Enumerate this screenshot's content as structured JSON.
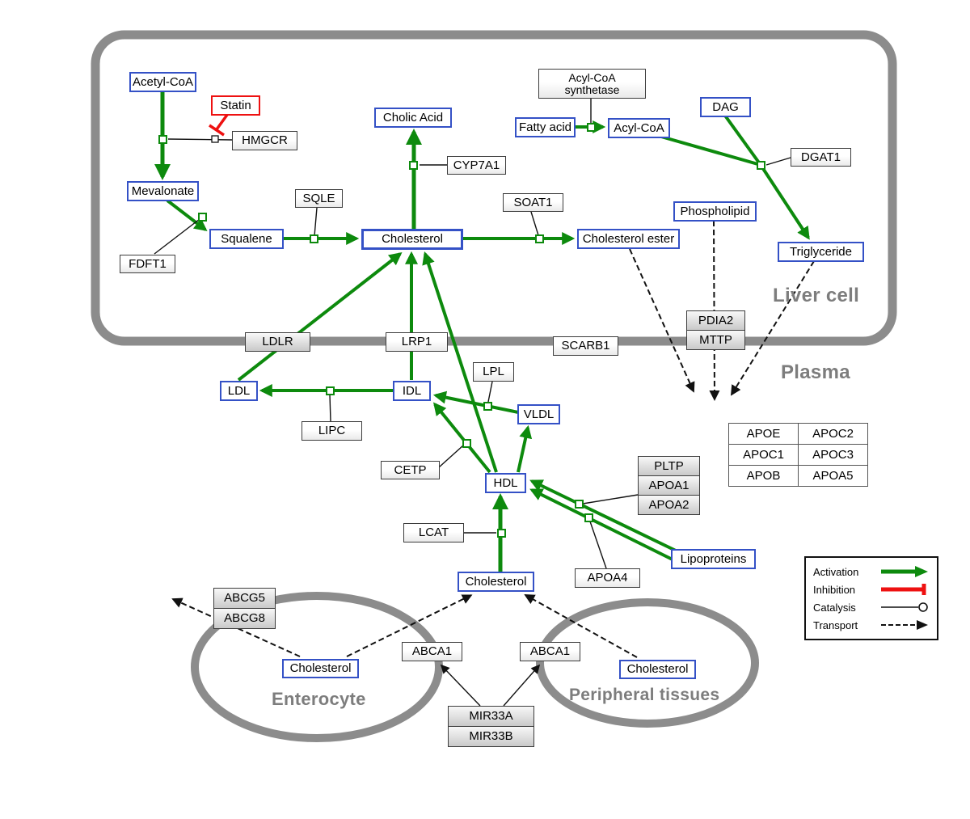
{
  "regions": {
    "liver_cell": "Liver cell",
    "plasma": "Plasma",
    "enterocyte": "Enterocyte",
    "peripheral_tissues": "Peripheral tissues"
  },
  "nodes": {
    "acetyl_coa": "Acetyl-CoA",
    "statin": "Statin",
    "hmgcr": "HMGCR",
    "mevalonate": "Mevalonate",
    "fdft1": "FDFT1",
    "squalene": "Squalene",
    "sqle": "SQLE",
    "cholesterol_liver": "Cholesterol",
    "cholic_acid": "Cholic Acid",
    "cyp7a1": "CYP7A1",
    "soat1": "SOAT1",
    "cholesterol_ester": "Cholesterol ester",
    "acyl_coa_synthetase_l1": "Acyl-CoA",
    "acyl_coa_synthetase_l2": "synthetase",
    "fatty_acid": "Fatty acid",
    "acyl_coa": "Acyl-CoA",
    "dag": "DAG",
    "dgat1": "DGAT1",
    "phospholipid": "Phospholipid",
    "triglyceride": "Triglyceride",
    "ldlr": "LDLR",
    "lrp1": "LRP1",
    "scarb1": "SCARB1",
    "pdia2": "PDIA2",
    "mttp": "MTTP",
    "ldl": "LDL",
    "idl": "IDL",
    "lipc": "LIPC",
    "lpl": "LPL",
    "vldl": "VLDL",
    "cetp": "CETP",
    "hdl": "HDL",
    "lcat": "LCAT",
    "pltp": "PLTP",
    "apoa1": "APOA1",
    "apoa2": "APOA2",
    "apoa4": "APOA4",
    "lipoproteins": "Lipoproteins",
    "cholesterol_plasma": "Cholesterol",
    "abcg5": "ABCG5",
    "abcg8": "ABCG8",
    "cholesterol_enterocyte": "Cholesterol",
    "abca1_left": "ABCA1",
    "abca1_right": "ABCA1",
    "cholesterol_peripheral": "Cholesterol",
    "mir33a": "MIR33A",
    "mir33b": "MIR33B"
  },
  "apo_table": {
    "rows": [
      [
        "APOE",
        "APOC2"
      ],
      [
        "APOC1",
        "APOC3"
      ],
      [
        "APOB",
        "APOA5"
      ]
    ]
  },
  "legend": {
    "activation": "Activation",
    "inhibition": "Inhibition",
    "catalysis": "Catalysis",
    "transport": "Transport"
  },
  "colors": {
    "activation_green": "#0d8a0d",
    "inhibition_red": "#ee1111",
    "metabolite_blue": "#3451c6",
    "membrane_gray": "#8c8c8c",
    "region_label_gray": "#7d7d7d"
  }
}
